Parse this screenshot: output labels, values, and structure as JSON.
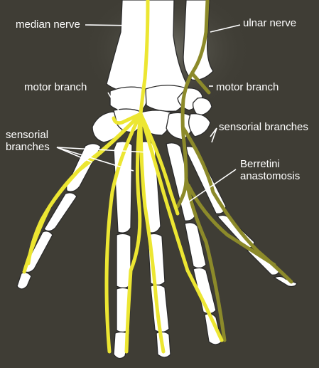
{
  "colors": {
    "background": "#3f3d35",
    "bone": "#ffffff",
    "bone_outline": "#2a2a2a",
    "median_nerve": "#ece632",
    "ulnar_nerve": "#8c8a2a",
    "label_text": "#ffffff",
    "leader_line": "#ffffff"
  },
  "labels": {
    "median_nerve": "median nerve",
    "ulnar_nerve": "ulnar nerve",
    "motor_branch_left": "motor branch",
    "motor_branch_right": "motor branch",
    "sensorial_branches_left": "sensorial\nbranches",
    "sensorial_branches_right": "sensorial branches",
    "berretini_anastomosis": "Berretini\nanastomosis"
  }
}
